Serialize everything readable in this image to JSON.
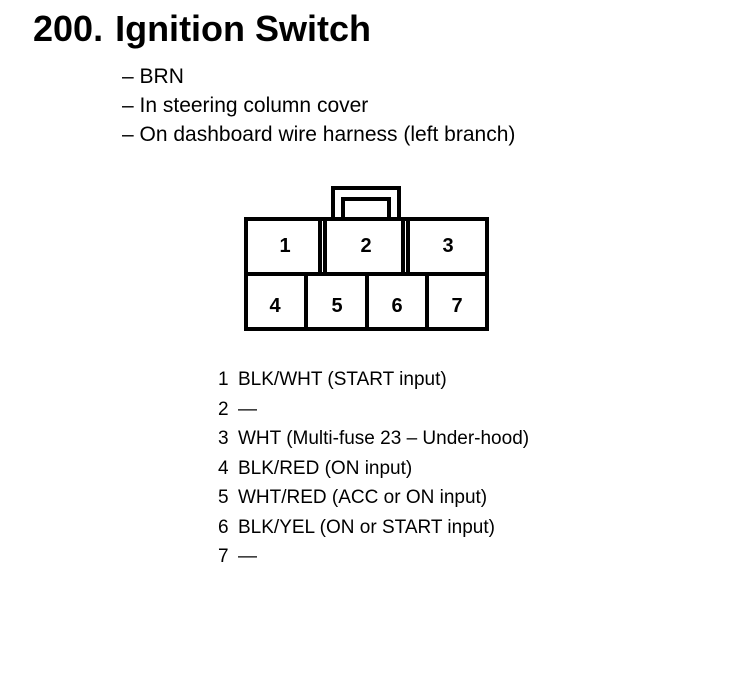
{
  "header": {
    "number": "200.",
    "title": "Ignition Switch"
  },
  "notes": [
    "BRN",
    "In steering column cover",
    "On dashboard wire harness (left branch)"
  ],
  "connector": {
    "top_row_pins": [
      "1",
      "2",
      "3"
    ],
    "bottom_row_pins": [
      "4",
      "5",
      "6",
      "7"
    ]
  },
  "pinout": [
    {
      "pin": "1",
      "desc": "BLK/WHT (START input)"
    },
    {
      "pin": "2",
      "desc": "—"
    },
    {
      "pin": "3",
      "desc": "WHT (Multi-fuse 23 – Under-hood)"
    },
    {
      "pin": "4",
      "desc": "BLK/RED (ON input)"
    },
    {
      "pin": "5",
      "desc": "WHT/RED (ACC or ON input)"
    },
    {
      "pin": "6",
      "desc": "BLK/YEL (ON or START input)"
    },
    {
      "pin": "7",
      "desc": "—"
    }
  ]
}
